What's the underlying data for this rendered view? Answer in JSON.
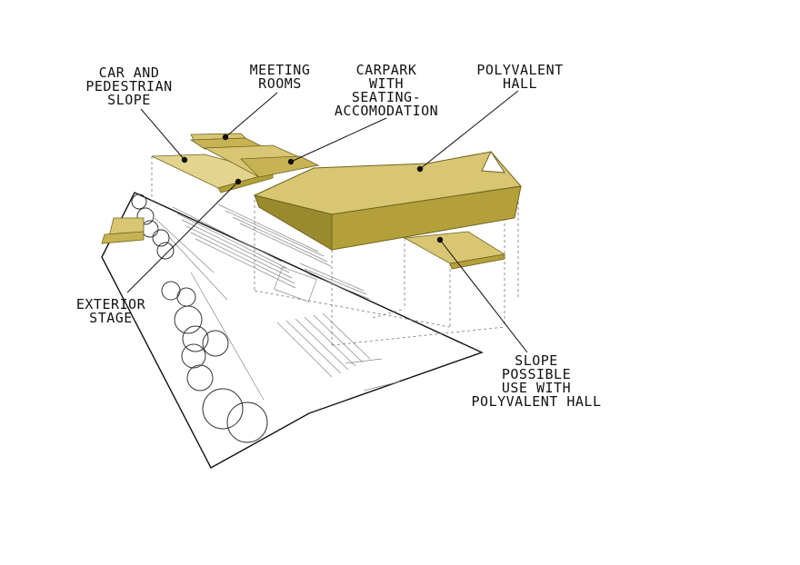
{
  "labels": {
    "car_pedestrian": [
      "CAR AND",
      "PEDESTRIAN",
      "SLOPE"
    ],
    "meeting_rooms": [
      "MEETING",
      "ROOMS"
    ],
    "carpark": [
      "CARPARK",
      "WITH",
      "SEATING-",
      "ACCOMODATION"
    ],
    "polyvalent_hall": [
      "POLYVALENT",
      "HALL"
    ],
    "exterior_stage": [
      "EXTERIOR",
      "STAGE"
    ],
    "slope_possible": [
      "SLOPE",
      "POSSIBLE",
      "USE WITH",
      "POLYVALENT HALL"
    ]
  },
  "colors": {
    "volume_top": "#d8c673",
    "volume_side": "#b3a03a",
    "volume_dark": "#9a8a2e",
    "line": "#111111",
    "thin_line": "#555555"
  }
}
